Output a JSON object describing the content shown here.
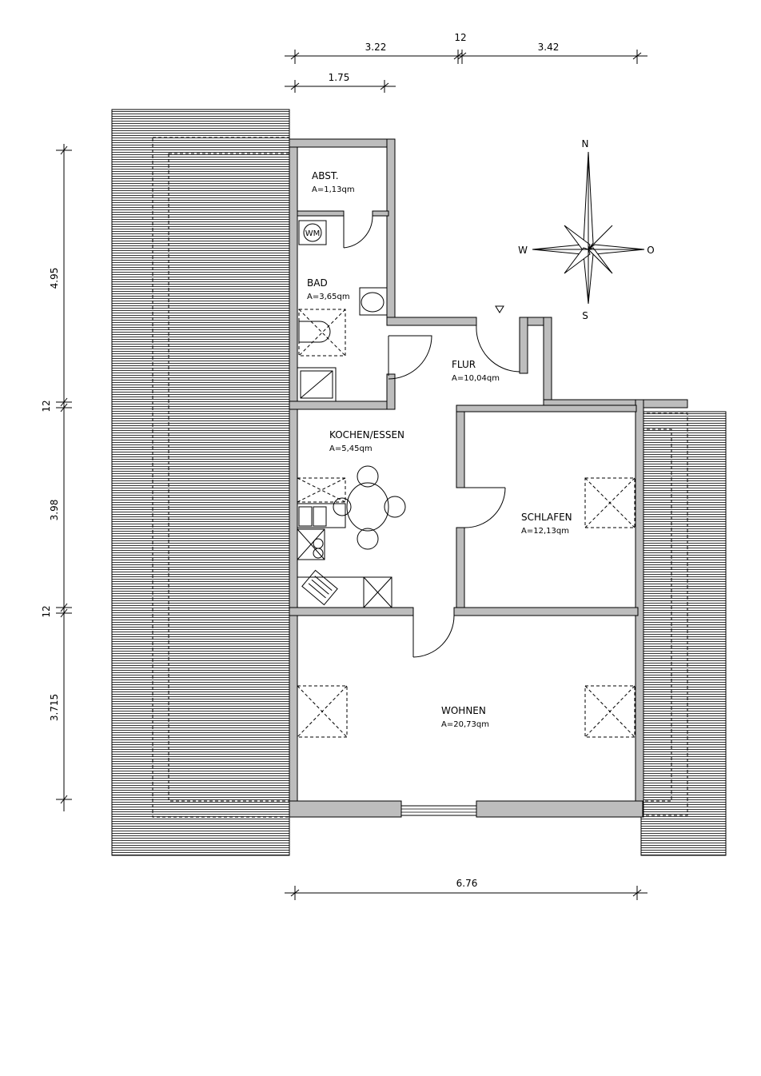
{
  "dimensions": {
    "top_a": "3.22",
    "top_b": "12",
    "top_c": "3.42",
    "top_inner": "1.75",
    "bottom": "6.76",
    "left_a": "4.95",
    "left_b": "12",
    "left_c": "3.98",
    "left_d": "12",
    "left_e": "3.715"
  },
  "rooms": {
    "abst": {
      "name": "ABST.",
      "area": "A=1,13qm"
    },
    "bad": {
      "name": "BAD",
      "area": "A=3,65qm"
    },
    "flur": {
      "name": "FLUR",
      "area": "A=10,04qm"
    },
    "kochen": {
      "name": "KOCHEN/ESSEN",
      "area": "A=5,45qm"
    },
    "schlafen": {
      "name": "SCHLAFEN",
      "area": "A=12,13qm"
    },
    "wohnen": {
      "name": "WOHNEN",
      "area": "A=20,73qm"
    }
  },
  "fixtures": {
    "washing_machine": "WM"
  },
  "compass": {
    "n": "N",
    "s": "S",
    "w": "W",
    "o": "O"
  }
}
